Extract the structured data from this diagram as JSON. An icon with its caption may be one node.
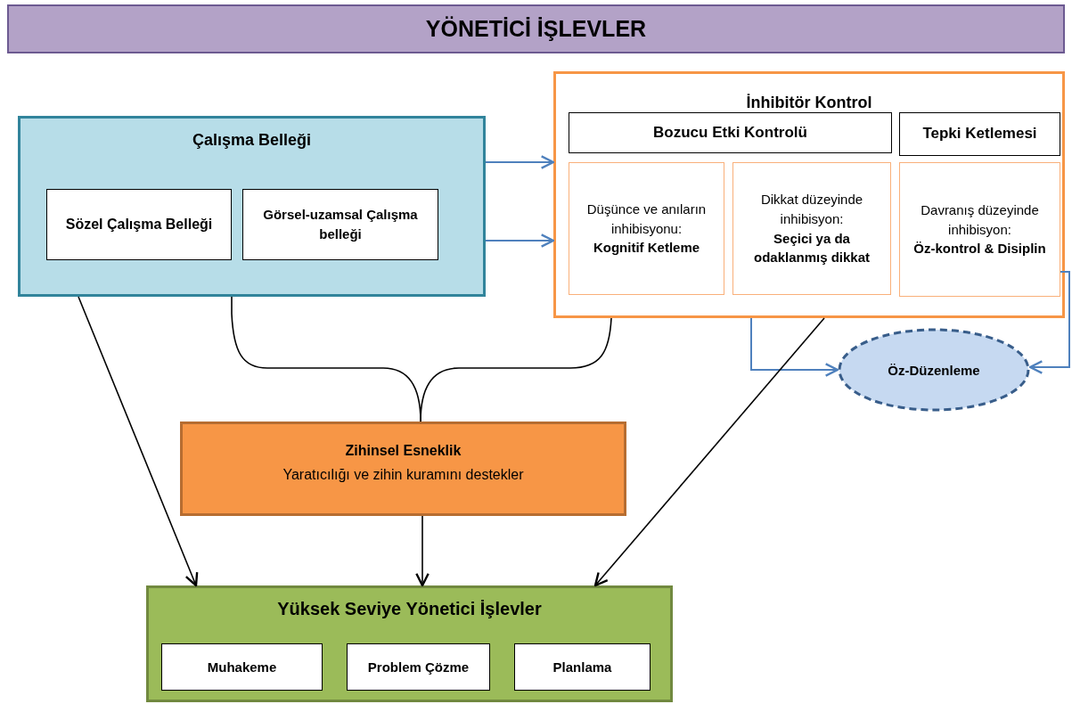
{
  "diagram": {
    "title": "YÖNETİCİ İŞLEVLER",
    "nodes": [
      {
        "text": [
          "Çalışma Belleği"
        ]
      },
      {
        "text": [
          "Sözel Çalışma Belleği"
        ],
        "in": 0
      },
      {
        "text": [
          "Görsel-uzamsal Çalışma belleği"
        ],
        "in": 0
      },
      {
        "text": [
          "İnhibitör Kontrol"
        ]
      },
      {
        "text": [
          "Bozucu Etki Kontrolü"
        ],
        "in": 3
      },
      {
        "text": [
          "Tepki Ketlemesi"
        ],
        "in": 3
      },
      {
        "text": [
          "Düşünce ve anıların inhibisyonu:",
          "Kognitif Ketleme"
        ],
        "in": 3
      },
      {
        "text": [
          "Dikkat düzeyinde inhibisyon:",
          "Seçici ya da odaklanmış dikkat"
        ],
        "in": 3
      },
      {
        "text": [
          "Davranış düzeyinde inhibisyon:",
          "Öz-kontrol & Disiplin"
        ],
        "in": 3
      },
      {
        "text": [
          "Öz-Düzenleme"
        ]
      },
      {
        "text": [
          "Zihinsel Esneklik",
          "Yaratıcılığı ve zihin kuramını destekler"
        ]
      },
      {
        "text": [
          "Yüksek Seviye Yönetici İşlevler"
        ]
      },
      {
        "text": [
          "Muhakeme"
        ],
        "in": 11
      },
      {
        "text": [
          "Problem Çözme"
        ],
        "in": 11
      },
      {
        "text": [
          "Planlama"
        ],
        "in": 11
      }
    ],
    "edges": [
      {
        "from": 0,
        "to": 3,
        "arrow": "to",
        "color": "#4f81bd"
      },
      {
        "from": 0,
        "to": 3,
        "arrow": "to",
        "color": "#4f81bd"
      },
      {
        "from": 3,
        "to": 9,
        "arrow": "to",
        "color": "#4f81bd"
      },
      {
        "from": 8,
        "to": 9,
        "arrow": "to",
        "color": "#4f81bd"
      },
      {
        "from": 0,
        "to": 11,
        "arrow": "to"
      },
      {
        "from": 0,
        "to": 10,
        "arrow": "none"
      },
      {
        "from": 3,
        "to": 10,
        "arrow": "none"
      },
      {
        "from": 10,
        "to": 11,
        "arrow": "to"
      },
      {
        "from": 3,
        "to": 11,
        "arrow": "to"
      }
    ]
  }
}
